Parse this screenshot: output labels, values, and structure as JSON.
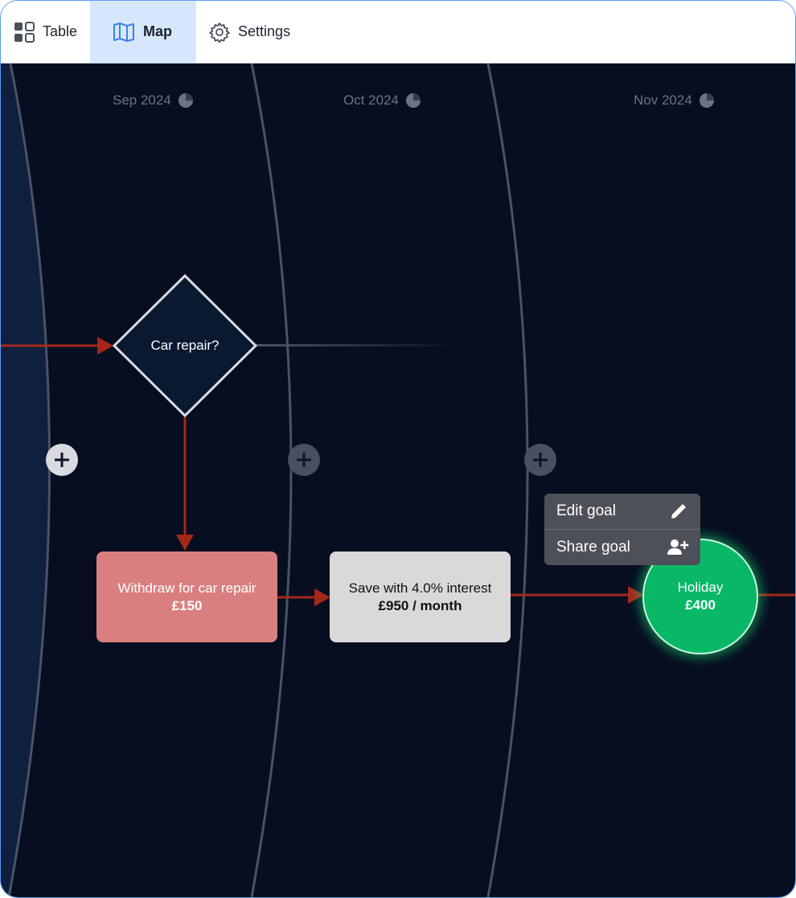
{
  "tabs": [
    {
      "label": "Table",
      "icon": "grid-icon",
      "active": false
    },
    {
      "label": "Map",
      "icon": "map-icon",
      "active": true
    },
    {
      "label": "Settings",
      "icon": "gear-icon",
      "active": false
    }
  ],
  "months": [
    {
      "label": "Sep 2024",
      "icon": "pie-chart-icon"
    },
    {
      "label": "Oct 2024",
      "icon": "pie-chart-icon"
    },
    {
      "label": "Nov 2024",
      "icon": "pie-chart-icon"
    }
  ],
  "decision": {
    "label": "Car repair?"
  },
  "nodes": {
    "withdraw": {
      "label": "Withdraw for car repair",
      "amount": "£150",
      "color": "#d97f80"
    },
    "save": {
      "label": "Save with 4.0% interest",
      "amount": "£950 / month",
      "color": "#d9d9d9"
    },
    "goal": {
      "label": "Holiday",
      "amount": "£400",
      "color": "#08b866"
    }
  },
  "context_menu": {
    "edit": {
      "label": "Edit goal",
      "icon": "pencil-icon"
    },
    "share": {
      "label": "Share goal",
      "icon": "add-user-icon"
    }
  },
  "colors": {
    "accent": "#5b9bf0",
    "connector": "#a4271b",
    "canvas": "#070e20"
  }
}
